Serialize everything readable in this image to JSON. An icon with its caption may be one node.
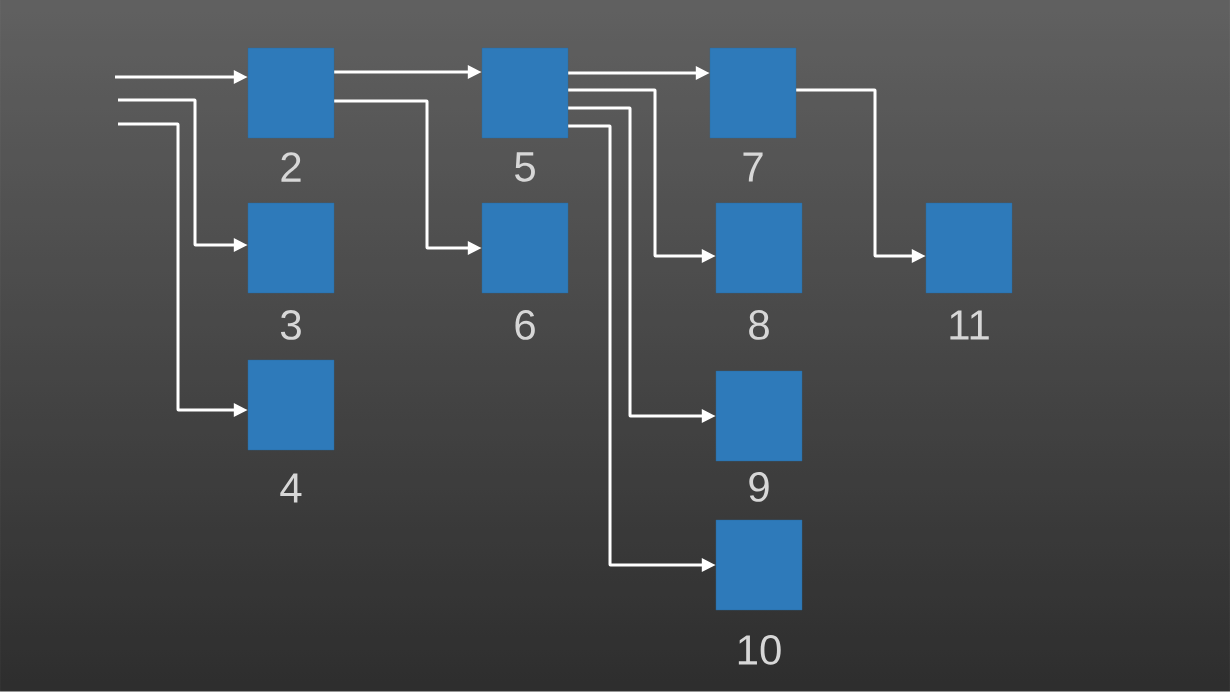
{
  "diagram": {
    "nodes": [
      {
        "text": [
          "2"
        ]
      },
      {
        "text": [
          "3"
        ]
      },
      {
        "text": [
          "4"
        ]
      },
      {
        "text": [
          "5"
        ]
      },
      {
        "text": [
          "6"
        ]
      },
      {
        "text": [
          "7"
        ]
      },
      {
        "text": [
          "8"
        ]
      },
      {
        "text": [
          "9"
        ]
      },
      {
        "text": [
          "10"
        ]
      },
      {
        "text": [
          "11"
        ]
      }
    ],
    "edges": [
      {
        "from": null,
        "to": 0,
        "arrow": "to"
      },
      {
        "from": null,
        "to": 1,
        "arrow": "to"
      },
      {
        "from": null,
        "to": 2,
        "arrow": "to"
      },
      {
        "from": 0,
        "to": 3,
        "arrow": "to"
      },
      {
        "from": 0,
        "to": 4,
        "arrow": "to"
      },
      {
        "from": 3,
        "to": 5,
        "arrow": "to"
      },
      {
        "from": 3,
        "to": 6,
        "arrow": "to"
      },
      {
        "from": 3,
        "to": 7,
        "arrow": "to"
      },
      {
        "from": 3,
        "to": 8,
        "arrow": "to"
      },
      {
        "from": 5,
        "to": 9,
        "arrow": "to"
      }
    ]
  }
}
